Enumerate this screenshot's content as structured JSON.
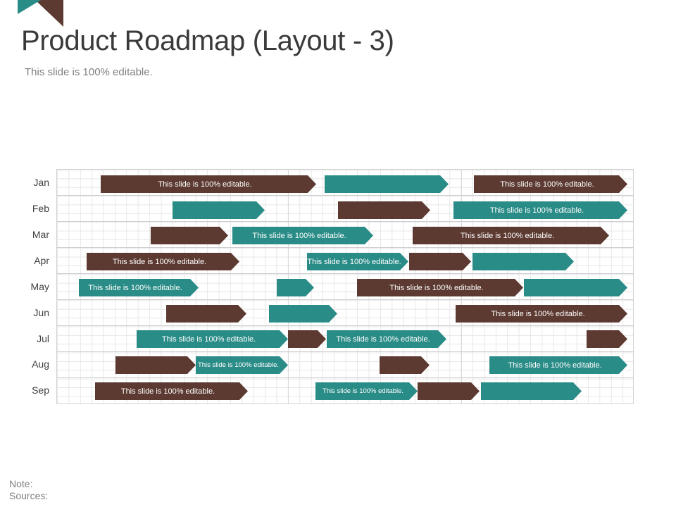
{
  "slide": {
    "title": "Product Roadmap (Layout - 3)",
    "subtitle": "This slide is 100% editable.",
    "note_label": "Note:",
    "sources_label": "Sources:"
  },
  "colors": {
    "brown": "#5c3a31",
    "teal": "#2a8c87"
  },
  "months": [
    "Jan",
    "Feb",
    "Mar",
    "Apr",
    "May",
    "Jun",
    "Jul",
    "Aug",
    "Sep"
  ],
  "bar_text": "This slide is 100% editable."
}
